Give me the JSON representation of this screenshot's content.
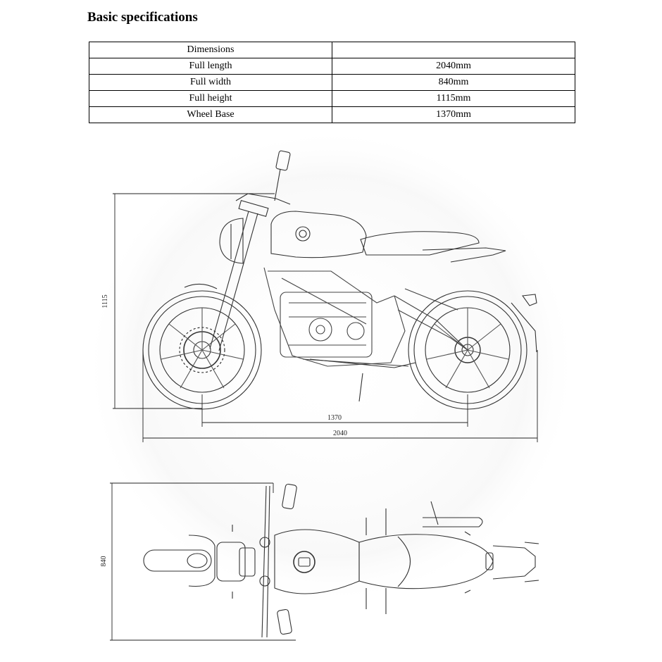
{
  "document": {
    "title": "Basic specifications"
  },
  "spec_table": {
    "header": [
      "Dimensions",
      ""
    ],
    "rows": [
      {
        "label": "Full length",
        "value": "2040mm"
      },
      {
        "label": "Full width",
        "value": "840mm"
      },
      {
        "label": "Full height",
        "value": "1115mm"
      },
      {
        "label": "Wheel Base",
        "value": "1370mm"
      }
    ]
  },
  "side_view": {
    "height_label": "1115",
    "wheelbase_label": "1370",
    "length_label": "2040"
  },
  "top_view": {
    "width_label": "840"
  }
}
